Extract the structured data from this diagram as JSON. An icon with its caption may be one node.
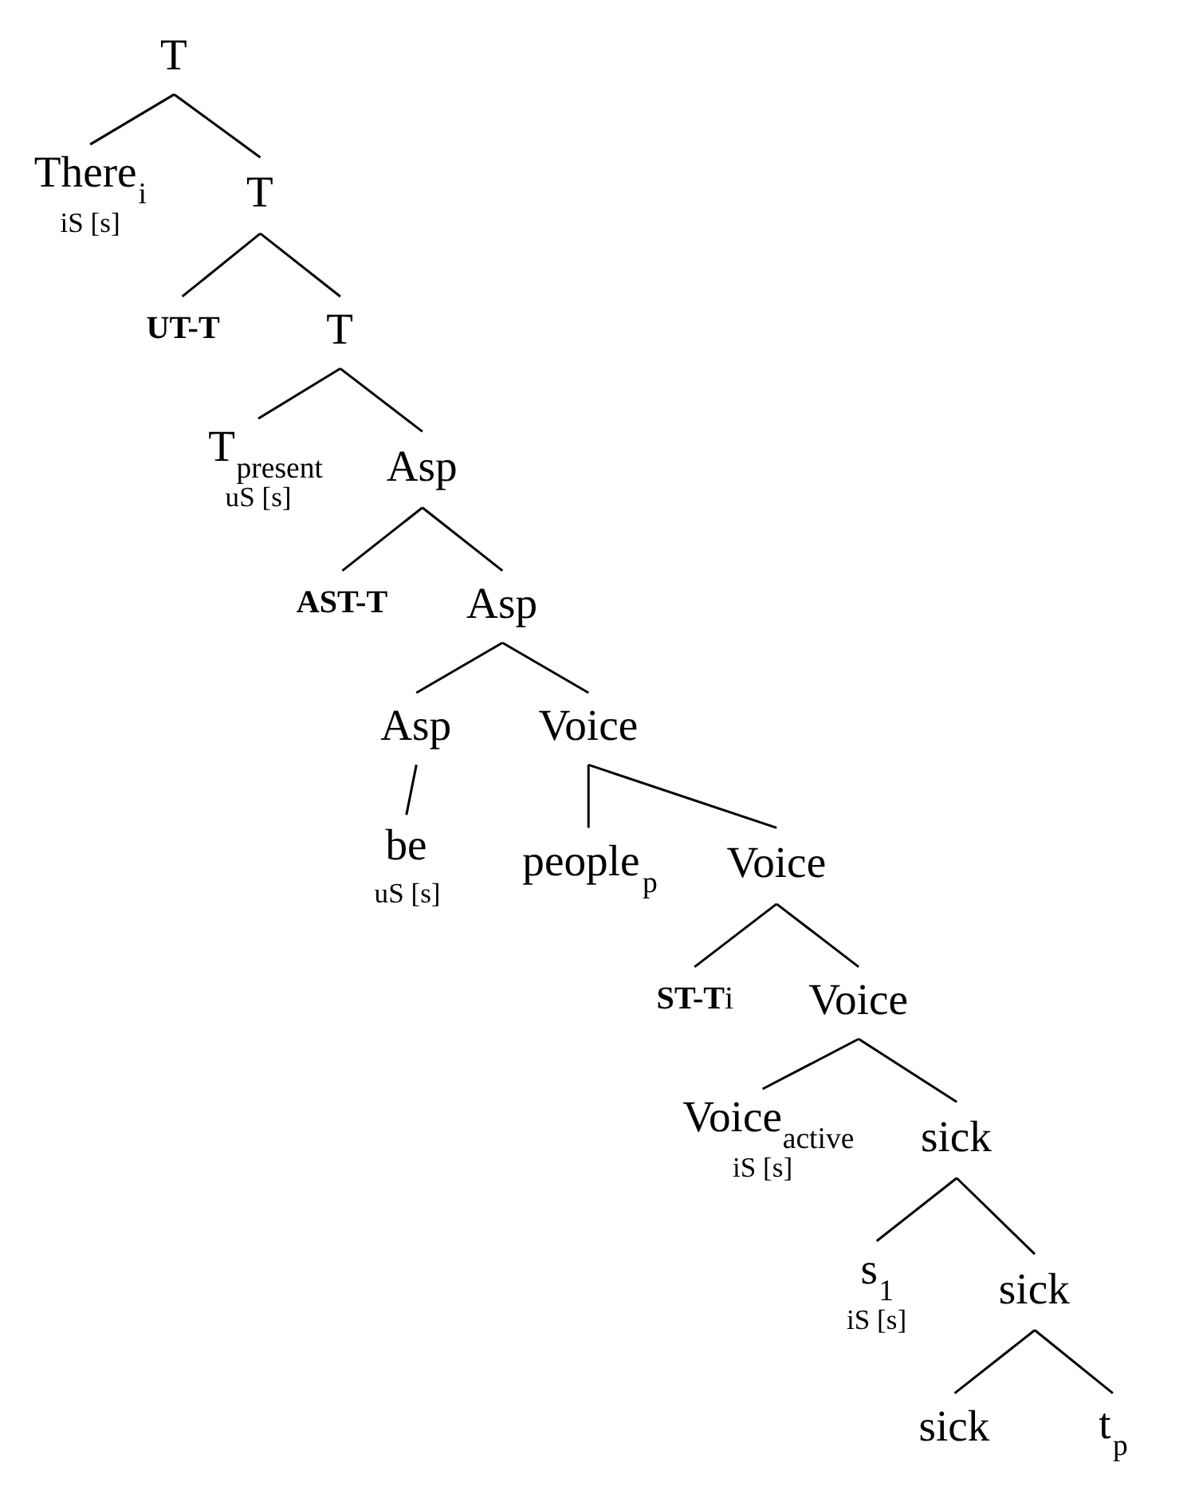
{
  "diagram": {
    "nodes": [
      {
        "text": [
          "T"
        ]
      },
      {
        "text": [
          "There$_{i}$",
          "iS [s]"
        ]
      },
      {
        "text": [
          "T"
        ]
      },
      {
        "text": [
          "**UT-T**"
        ]
      },
      {
        "text": [
          "T"
        ]
      },
      {
        "text": [
          "T$_{present}$",
          "uS [s]"
        ]
      },
      {
        "text": [
          "Asp"
        ]
      },
      {
        "text": [
          "**AST-T**"
        ]
      },
      {
        "text": [
          "Asp"
        ]
      },
      {
        "text": [
          "Asp"
        ]
      },
      {
        "text": [
          "be",
          "uS [s]"
        ]
      },
      {
        "text": [
          "Voice"
        ]
      },
      {
        "text": [
          "people$_{p}$"
        ]
      },
      {
        "text": [
          "Voice"
        ]
      },
      {
        "text": [
          "**ST-T**i"
        ]
      },
      {
        "text": [
          "Voice"
        ]
      },
      {
        "text": [
          "Voice$_{active}$",
          "iS [s]"
        ]
      },
      {
        "text": [
          "sick"
        ]
      },
      {
        "text": [
          "s$_{1}$",
          "iS [s]"
        ]
      },
      {
        "text": [
          "sick"
        ]
      },
      {
        "text": [
          "sick"
        ]
      },
      {
        "text": [
          "t$_{p}$"
        ]
      }
    ],
    "edges": [
      {
        "from": 0,
        "to": 1,
        "arrow": "none"
      },
      {
        "from": 0,
        "to": 2,
        "arrow": "none"
      },
      {
        "from": 2,
        "to": 3,
        "arrow": "none"
      },
      {
        "from": 2,
        "to": 4,
        "arrow": "none"
      },
      {
        "from": 4,
        "to": 5,
        "arrow": "none"
      },
      {
        "from": 4,
        "to": 6,
        "arrow": "none"
      },
      {
        "from": 6,
        "to": 7,
        "arrow": "none"
      },
      {
        "from": 6,
        "to": 8,
        "arrow": "none"
      },
      {
        "from": 8,
        "to": 9,
        "arrow": "none"
      },
      {
        "from": 8,
        "to": 11,
        "arrow": "none"
      },
      {
        "from": 9,
        "to": 10,
        "arrow": "none"
      },
      {
        "from": 11,
        "to": 12,
        "arrow": "none"
      },
      {
        "from": 11,
        "to": 13,
        "arrow": "none"
      },
      {
        "from": 13,
        "to": 14,
        "arrow": "none"
      },
      {
        "from": 13,
        "to": 15,
        "arrow": "none"
      },
      {
        "from": 15,
        "to": 16,
        "arrow": "none"
      },
      {
        "from": 15,
        "to": 17,
        "arrow": "none"
      },
      {
        "from": 17,
        "to": 18,
        "arrow": "none"
      },
      {
        "from": 17,
        "to": 19,
        "arrow": "none"
      },
      {
        "from": 19,
        "to": 20,
        "arrow": "none"
      },
      {
        "from": 19,
        "to": 21,
        "arrow": "none"
      }
    ]
  }
}
